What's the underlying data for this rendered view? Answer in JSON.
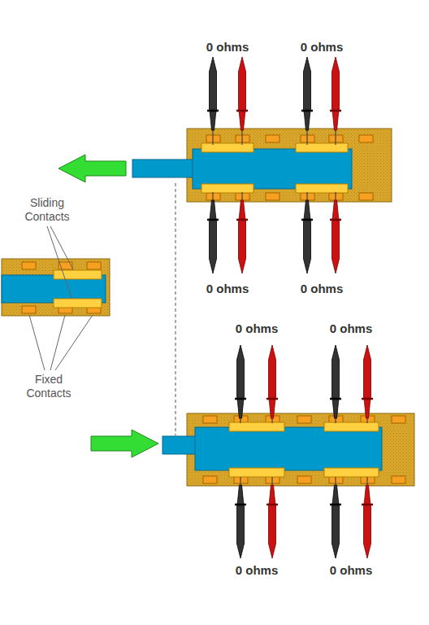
{
  "diagram": {
    "labels": [
      "0 ohms",
      "0 ohms",
      "Sliding Contacts",
      "0 ohms",
      "0 ohms",
      "0 ohms",
      "0 ohms",
      "Fixed Contacts",
      "0 ohms",
      "0 ohms"
    ]
  }
}
